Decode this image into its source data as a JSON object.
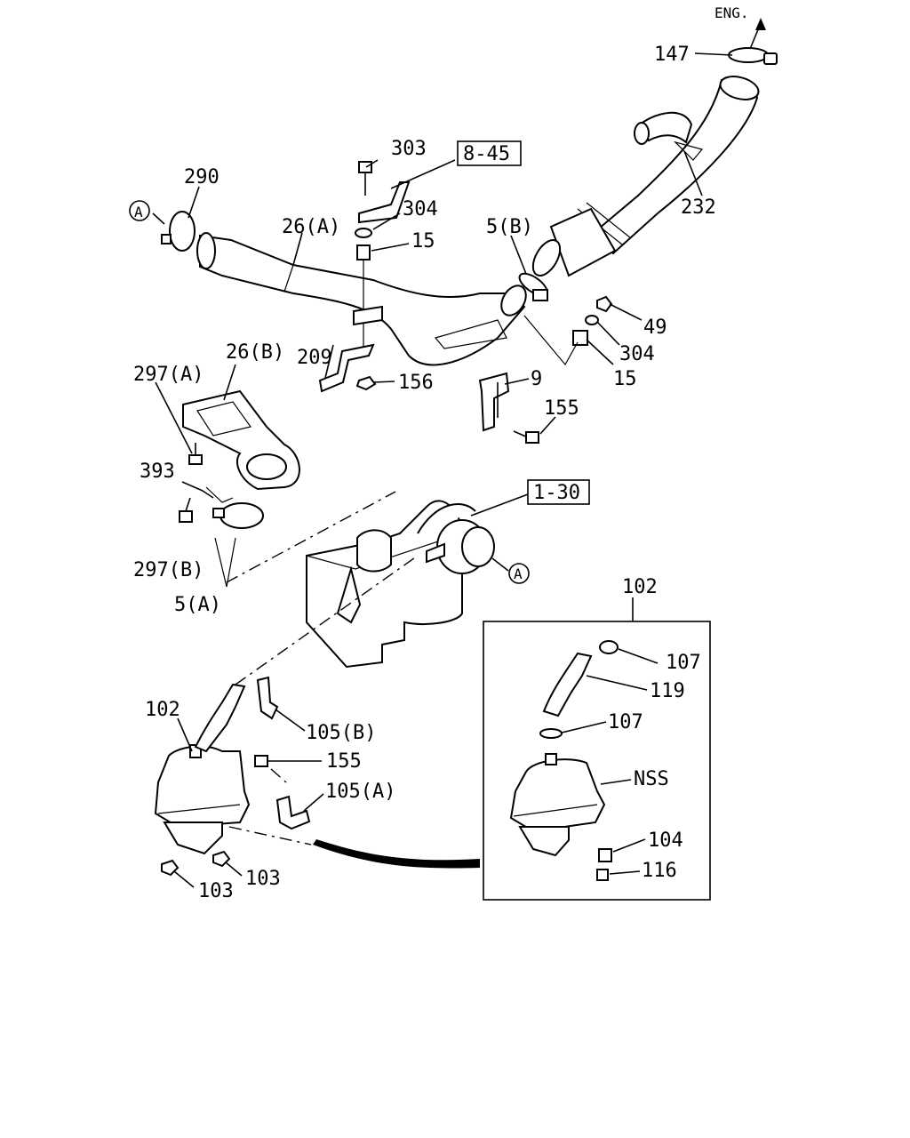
{
  "engine_direction": "ENG.",
  "callouts": {
    "c147": "147",
    "c303": "303",
    "c8_45": "8-45",
    "c290": "290",
    "cA_top": "A",
    "c26A": "26(A)",
    "c304_top": "304",
    "c15_top": "15",
    "c5B": "5(B)",
    "c232": "232",
    "c49": "49",
    "c304_right": "304",
    "c15_right": "15",
    "c209": "209",
    "c156": "156",
    "c9": "9",
    "c155_top": "155",
    "c297A": "297(A)",
    "c26B": "26(B)",
    "c393": "393",
    "c1_30": "1-30",
    "c297B": "297(B)",
    "cA_bottom": "A",
    "c5A": "5(A)",
    "c102_box": "102",
    "c107_top": "107",
    "c119": "119",
    "c107_bottom": "107",
    "c102_left": "102",
    "c105B": "105(B)",
    "c155_bottom": "155",
    "c105A": "105(A)",
    "cNSS": "NSS",
    "c104": "104",
    "c116": "116",
    "c103_left": "103",
    "c103_right": "103"
  }
}
